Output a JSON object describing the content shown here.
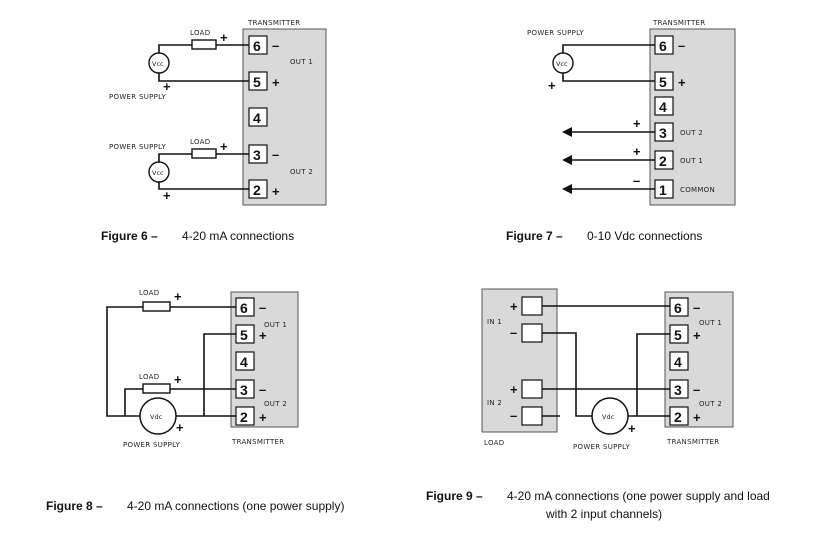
{
  "labels": {
    "transmitter": "TRANSMITTER",
    "load": "LOAD",
    "power_supply": "POWER SUPPLY",
    "out1": "OUT 1",
    "out2": "OUT 2",
    "common": "COMMON",
    "vcc": "Vcc",
    "vdc": "Vdc",
    "in1": "IN 1",
    "in2": "IN 2"
  },
  "terminals": [
    "1",
    "2",
    "3",
    "4",
    "5",
    "6"
  ],
  "signs": {
    "plus": "+",
    "minus": "–"
  },
  "captions": {
    "fig6": {
      "label": "Figure 6 –",
      "text": "4-20 mA connections"
    },
    "fig7": {
      "label": "Figure 7 –",
      "text": "0-10 Vdc connections"
    },
    "fig8": {
      "label": "Figure 8 –",
      "text": "4-20 mA connections (one power supply)"
    },
    "fig9": {
      "label": "Figure 9 –",
      "text": "4-20 mA connections (one power supply and  load",
      "text2": "with 2 input channels)"
    }
  }
}
